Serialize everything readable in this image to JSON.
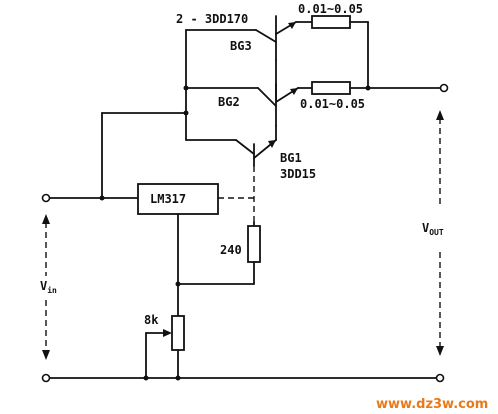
{
  "labels": {
    "bg3_part": "2 - 3DD170",
    "bg3": "BG3",
    "r_top": "0.01~0.05",
    "bg2": "BG2",
    "r_mid": "0.01~0.05",
    "bg1": "BG1",
    "bg1_part": "3DD15",
    "regulator": "LM317",
    "r240": "240",
    "pot": "8k",
    "vin": "V",
    "vin_sub": "in",
    "vout": "V",
    "vout_sub": "OUT",
    "watermark": "www.dz3w.com"
  }
}
